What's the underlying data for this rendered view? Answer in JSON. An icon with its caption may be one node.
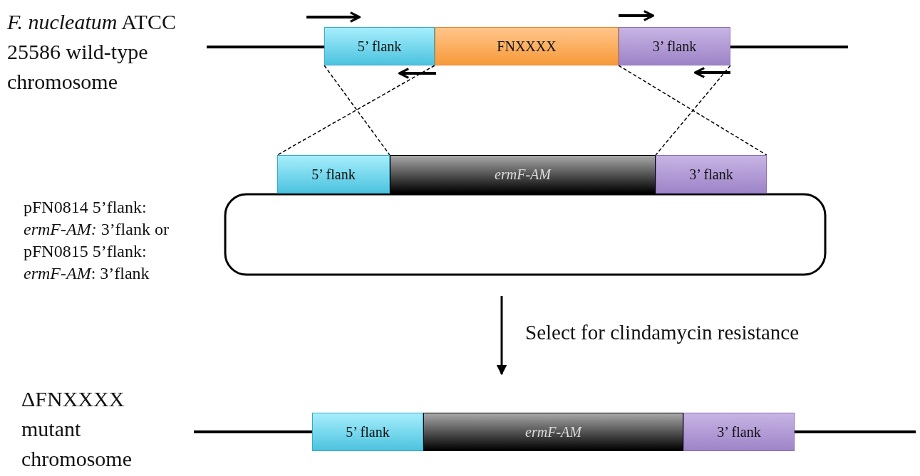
{
  "diagram": {
    "nodes": [
      {
        "text": [
          "5’ flank"
        ]
      },
      {
        "text": [
          "FNXXXX"
        ]
      },
      {
        "text": [
          "3’ flank"
        ]
      },
      {
        "text": [],
        "shape": "box",
        "beside": [
          "pFN0814 5’flank: *ermF-AM:* 3’flank or pFN0815 5’flank: *ermF-AM*: 3’flank"
        ]
      },
      {
        "text": [
          "5’ flank"
        ]
      },
      {
        "text": [
          "ermF-AM"
        ]
      },
      {
        "text": [
          "3’ flank"
        ]
      },
      {
        "text": [
          "5’ flank"
        ]
      },
      {
        "text": [
          "ermF-AM"
        ]
      },
      {
        "text": [
          "3’ flank"
        ]
      }
    ],
    "edges": [
      {
        "from": 0,
        "to": 4,
        "arrow": "none",
        "style": "dashed"
      },
      {
        "from": 0,
        "to": 4,
        "arrow": "none",
        "style": "dashed"
      },
      {
        "from": 2,
        "to": 6,
        "arrow": "none",
        "style": "dashed"
      },
      {
        "from": 2,
        "to": 6,
        "arrow": "none",
        "style": "dashed"
      },
      {
        "from": 3,
        "to": null,
        "arrow": "to",
        "label": "Select for clindamycin resistance"
      }
    ],
    "labels": [
      "*F. nucleatum* ATCC 25586 wild-type chromosome",
      "ΔFNXXXX mutant chromosome"
    ]
  }
}
